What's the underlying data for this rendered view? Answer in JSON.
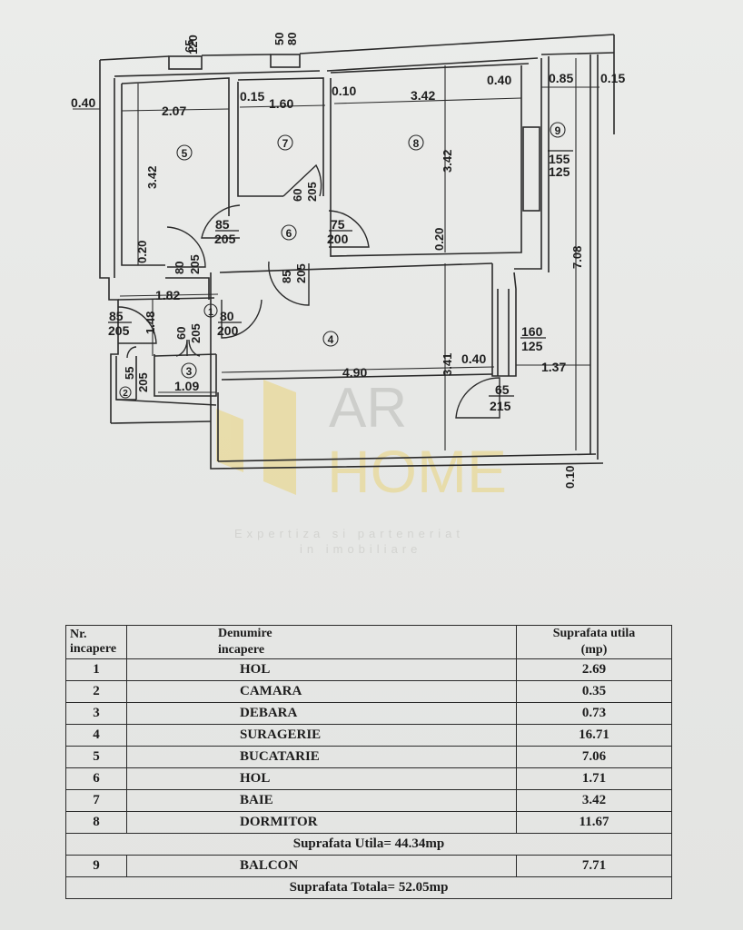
{
  "plan": {
    "dims": {
      "top_65": "65",
      "top_120": "120",
      "top_50": "50",
      "top_80": "80",
      "d_040_left": "0.40",
      "d_207": "2.07",
      "d_015_a": "0.15",
      "d_160": "1.60",
      "d_010_a": "0.10",
      "d_342_a": "3.42",
      "d_040_b": "0.40",
      "d_085": "0.85",
      "d_015_b": "0.15",
      "d_342_b": "3.42",
      "d_342_c": "3.42",
      "d_155": "155",
      "d_125_a": "125",
      "d_60": "60",
      "d_205_a": "205",
      "d_85_a": "85",
      "d_205_b": "205",
      "d_75": "75",
      "d_200_a": "200",
      "d_020_a": "0.20",
      "d_020_b": "0.20",
      "d_708": "7.08",
      "d_80_a": "80",
      "d_205_c": "205",
      "d_85_b": "85",
      "d_205_d": "205",
      "d_182": "1.82",
      "d_148": "1.48",
      "d_85_c": "85",
      "d_205_e": "205",
      "d_60_b": "60",
      "d_205_f": "205",
      "d_80_b": "80",
      "d_200_b": "200",
      "d_160_b": "160",
      "d_125_b": "125",
      "d_55": "55",
      "d_205_g": "205",
      "d_109": "1.09",
      "d_490": "4.90",
      "d_341": "3.41",
      "d_040_c": "0.40",
      "d_137": "1.37",
      "d_65_b": "65",
      "d_215": "215",
      "d_010_b": "0.10"
    },
    "room_numbers": {
      "r1": "1",
      "r2": "2",
      "r3": "3",
      "r4": "4",
      "r5": "5",
      "r6": "6",
      "r7": "7",
      "r8": "8",
      "r9": "9"
    }
  },
  "watermark": {
    "brand_top": "AR",
    "brand_bottom": "HOME",
    "tagline_1": "Expertiza si parteneriat",
    "tagline_2": "in imobiliare",
    "gold": "#e9d47a"
  },
  "table": {
    "header": {
      "nr_line1": "Nr.",
      "nr_line2": "incapere",
      "name_line1": "Denumire",
      "name_line2": "incapere",
      "area_line1": "Suprafata utila",
      "area_line2": "(mp)"
    },
    "rows": [
      {
        "nr": "1",
        "name": "HOL",
        "area": "2.69"
      },
      {
        "nr": "2",
        "name": "CAMARA",
        "area": "0.35"
      },
      {
        "nr": "3",
        "name": "DEBARA",
        "area": "0.73"
      },
      {
        "nr": "4",
        "name": "SURAGERIE",
        "area": "16.71"
      },
      {
        "nr": "5",
        "name": "BUCATARIE",
        "area": "7.06"
      },
      {
        "nr": "6",
        "name": "HOL",
        "area": "1.71"
      },
      {
        "nr": "7",
        "name": "BAIE",
        "area": "3.42"
      },
      {
        "nr": "8",
        "name": "DORMITOR",
        "area": "11.67"
      }
    ],
    "subtotal": "Suprafata Utila= 44.34mp",
    "balcony": {
      "nr": "9",
      "name": "BALCON",
      "area": "7.71"
    },
    "total": "Suprafata Totala= 52.05mp"
  }
}
